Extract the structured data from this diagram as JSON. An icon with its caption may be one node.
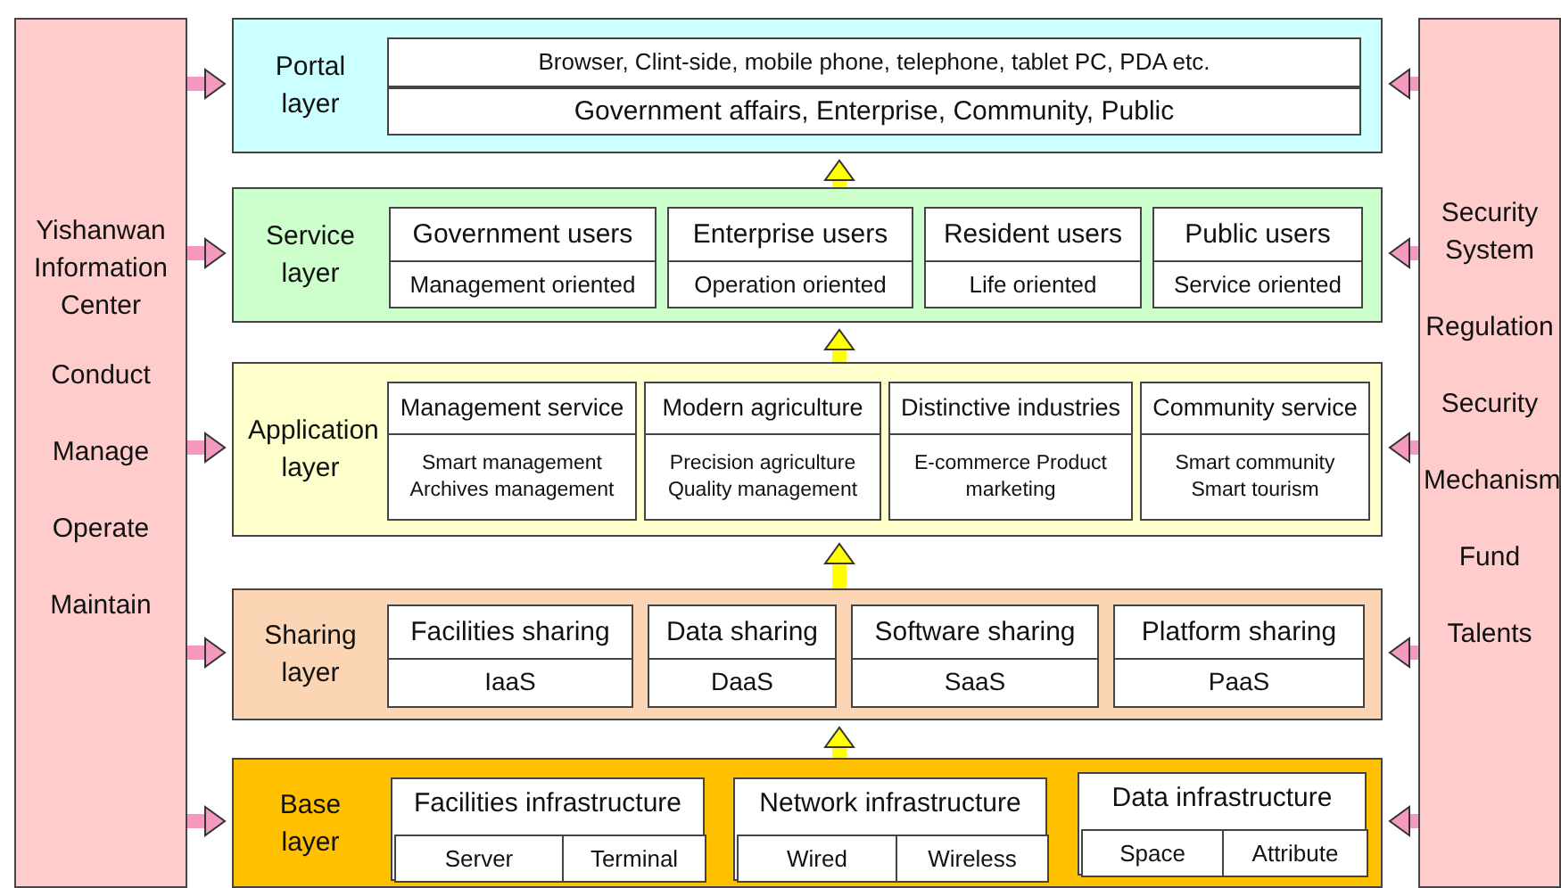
{
  "diagram": {
    "nodes": [
      {
        "text": [
          "Yishanwan Information Center",
          "Conduct",
          "Manage",
          "Operate",
          "Maintain"
        ]
      },
      {
        "text": [
          "Security System",
          "Regulation",
          "Security",
          "Mechanism",
          "Fund",
          "Talents"
        ]
      },
      {
        "text": [
          "Portal layer"
        ]
      },
      {
        "text": [
          "Browser, Clint-side, mobile phone, telephone, tablet PC, PDA etc."
        ],
        "in": 2
      },
      {
        "text": [
          "Government affairs, Enterprise, Community, Public"
        ],
        "in": 2
      },
      {
        "text": [
          "Service layer"
        ]
      },
      {
        "text": [
          "Government users",
          "Management oriented"
        ],
        "in": 5
      },
      {
        "text": [
          "Enterprise users",
          "Operation oriented"
        ],
        "in": 5
      },
      {
        "text": [
          "Resident users",
          "Life oriented"
        ],
        "in": 5
      },
      {
        "text": [
          "Public users",
          "Service oriented"
        ],
        "in": 5
      },
      {
        "text": [
          "Application layer"
        ]
      },
      {
        "text": [
          "Management service",
          "Smart management Archives management"
        ],
        "in": 10
      },
      {
        "text": [
          "Modern agriculture",
          "Precision agriculture Quality management"
        ],
        "in": 10
      },
      {
        "text": [
          "Distinctive industries",
          "E-commerce Product marketing"
        ],
        "in": 10
      },
      {
        "text": [
          "Community service",
          "Smart community Smart tourism"
        ],
        "in": 10
      },
      {
        "text": [
          "Sharing layer"
        ]
      },
      {
        "text": [
          "Facilities sharing",
          "IaaS"
        ],
        "in": 15
      },
      {
        "text": [
          "Data sharing",
          "DaaS"
        ],
        "in": 15
      },
      {
        "text": [
          "Software sharing",
          "SaaS"
        ],
        "in": 15
      },
      {
        "text": [
          "Platform sharing",
          "PaaS"
        ],
        "in": 15
      },
      {
        "text": [
          "Base layer"
        ]
      },
      {
        "text": [
          "Facilities infrastructure"
        ],
        "in": 20
      },
      {
        "text": [
          "Server"
        ],
        "in": 21
      },
      {
        "text": [
          "Terminal"
        ],
        "in": 21
      },
      {
        "text": [
          "Network infrastructure"
        ],
        "in": 20
      },
      {
        "text": [
          "Wired"
        ],
        "in": 24
      },
      {
        "text": [
          "Wireless"
        ],
        "in": 24
      },
      {
        "text": [
          "Data infrastructure"
        ],
        "in": 20
      },
      {
        "text": [
          "Space"
        ],
        "in": 27
      },
      {
        "text": [
          "Attribute"
        ],
        "in": 27
      }
    ],
    "edges": [
      {
        "from": 0,
        "to": 2,
        "arrow": "to"
      },
      {
        "from": 0,
        "to": 5,
        "arrow": "to"
      },
      {
        "from": 0,
        "to": 10,
        "arrow": "to"
      },
      {
        "from": 0,
        "to": 15,
        "arrow": "to"
      },
      {
        "from": 0,
        "to": 20,
        "arrow": "to"
      },
      {
        "from": 1,
        "to": 2,
        "arrow": "to"
      },
      {
        "from": 1,
        "to": 5,
        "arrow": "to"
      },
      {
        "from": 1,
        "to": 10,
        "arrow": "to"
      },
      {
        "from": 1,
        "to": 15,
        "arrow": "to"
      },
      {
        "from": 1,
        "to": 20,
        "arrow": "to"
      },
      {
        "from": 20,
        "to": 15,
        "arrow": "to",
        "color": "#ffff00"
      },
      {
        "from": 15,
        "to": 10,
        "arrow": "to",
        "color": "#ffff00"
      },
      {
        "from": 10,
        "to": 5,
        "arrow": "to",
        "color": "#ffff00"
      },
      {
        "from": 5,
        "to": 2,
        "arrow": "to",
        "color": "#ffff00"
      }
    ]
  }
}
